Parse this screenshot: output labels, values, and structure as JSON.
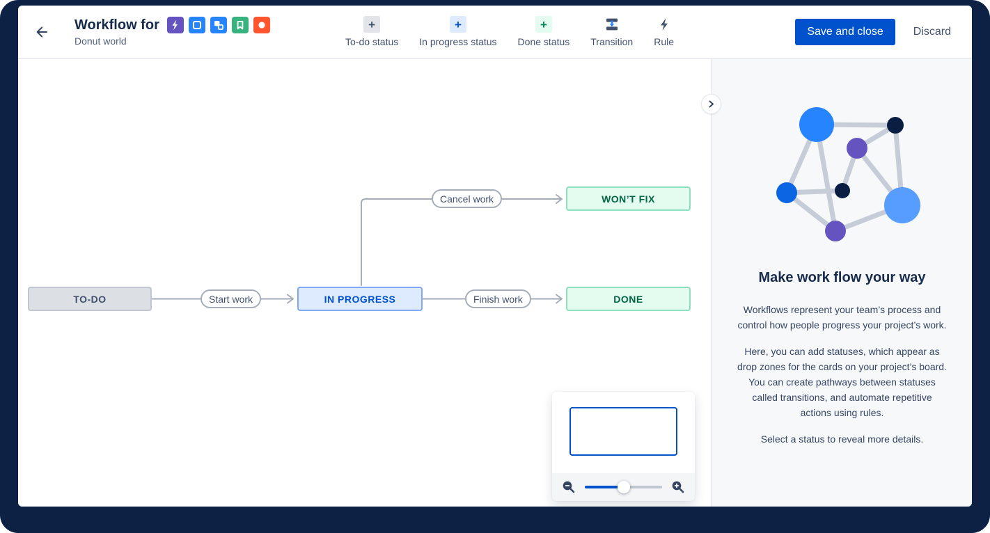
{
  "header": {
    "title": "Workflow for",
    "subtitle": "Donut world",
    "issue_type_icons": [
      "epic-icon",
      "task-icon",
      "subtask-icon",
      "story-icon",
      "bug-icon"
    ],
    "toolbar": [
      {
        "label": "To-do status",
        "glyph": "+"
      },
      {
        "label": "In progress status",
        "glyph": "+"
      },
      {
        "label": "Done status",
        "glyph": "+"
      },
      {
        "label": "Transition",
        "icon": "transition-icon"
      },
      {
        "label": "Rule",
        "icon": "lightning-icon"
      }
    ],
    "save_label": "Save and close",
    "discard_label": "Discard"
  },
  "workflow": {
    "statuses": [
      {
        "label": "TO-DO",
        "category": "todo"
      },
      {
        "label": "IN PROGRESS",
        "category": "in-progress"
      },
      {
        "label": "DONE",
        "category": "done"
      },
      {
        "label": "WON’T FIX",
        "category": "done"
      }
    ],
    "transitions": [
      {
        "label": "Start work",
        "from": "TO-DO",
        "to": "IN PROGRESS"
      },
      {
        "label": "Finish work",
        "from": "IN PROGRESS",
        "to": "DONE"
      },
      {
        "label": "Cancel work",
        "from": "IN PROGRESS",
        "to": "WON’T FIX"
      }
    ]
  },
  "sidebar": {
    "illustration": "network-graph",
    "heading": "Make work flow your way",
    "paragraphs": [
      "Workflows represent your team’s process and control how people progress your project’s work.",
      "Here, you can add statuses, which appear as drop zones for the cards on your project’s board. You can create pathways between statuses called transitions, and automate repetitive actions using rules.",
      "Select a status to reveal more details."
    ]
  },
  "minimap": {
    "zoom_percent": 50
  },
  "colors": {
    "accent": "#0052CC",
    "frame": "#0C2144",
    "todo_bg": "#DCDFE4",
    "todo_text": "#42526E",
    "inprogress_bg": "#DEEBFF",
    "inprogress_border": "#7FA8F5",
    "inprogress_text": "#0052CC",
    "done_bg": "#E3FCEF",
    "done_border": "#8CE0BC",
    "done_text": "#006644",
    "connector": "#A5ADBA"
  }
}
